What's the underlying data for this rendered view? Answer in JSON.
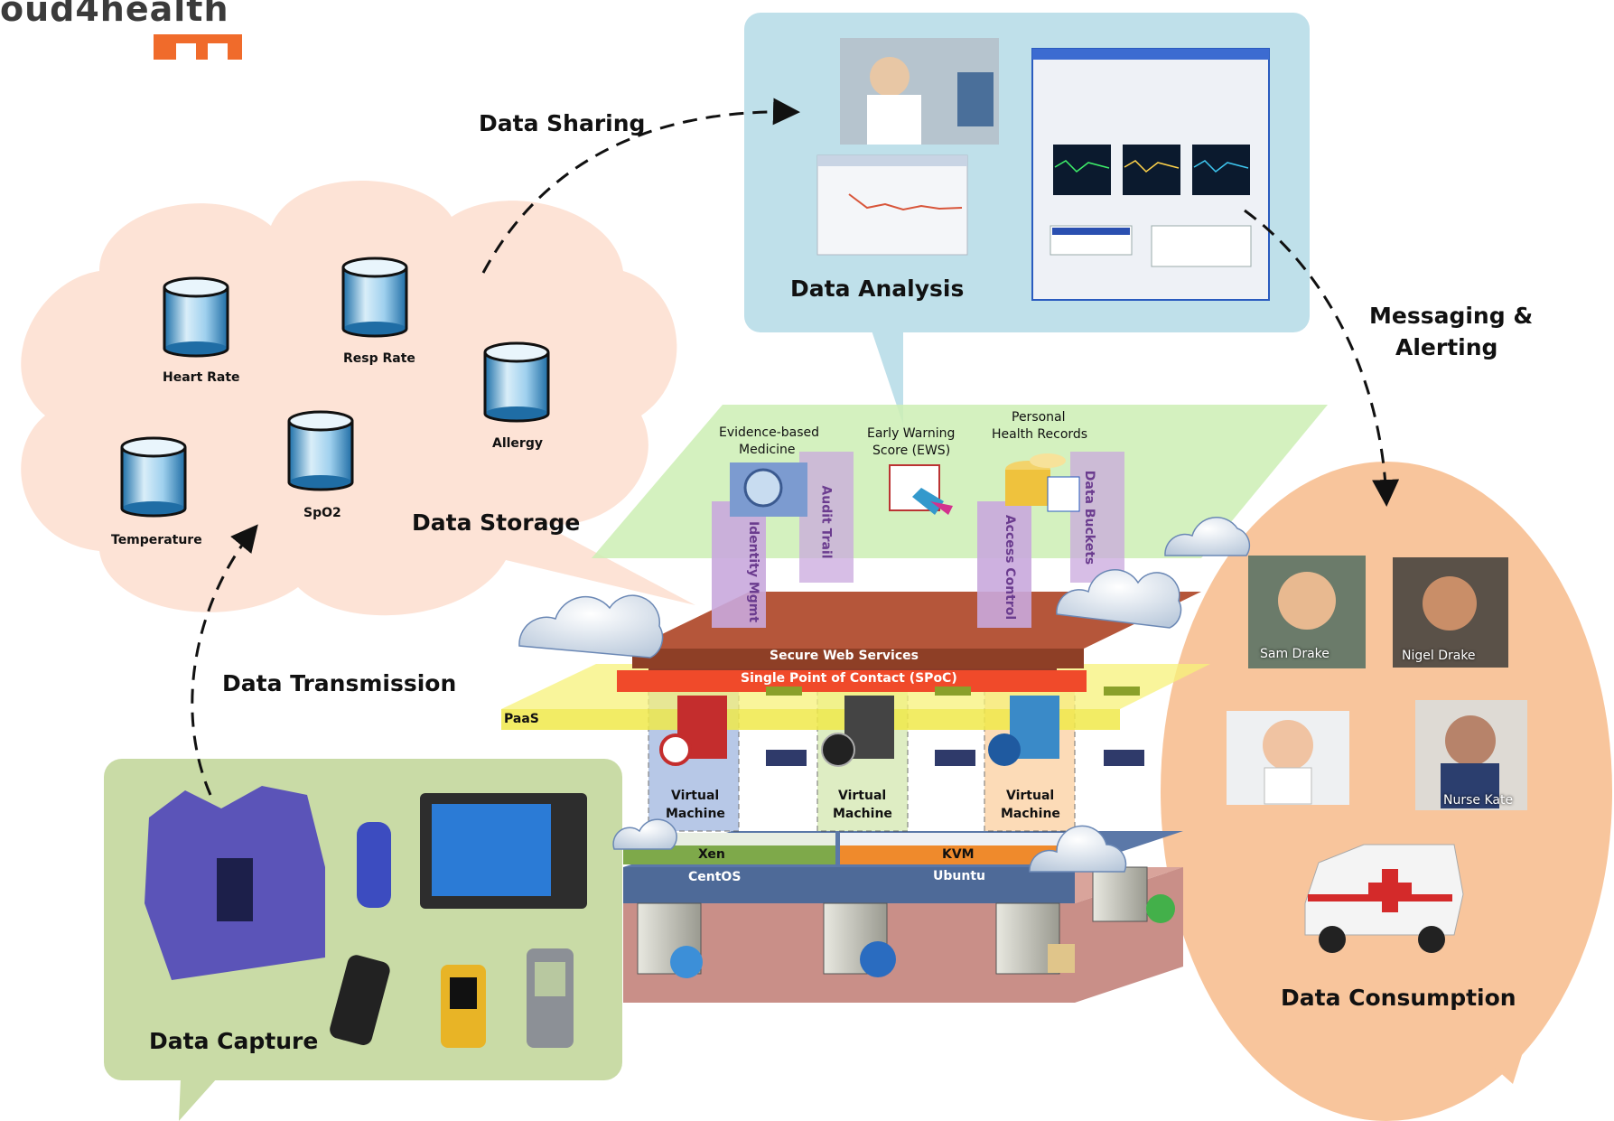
{
  "logo": {
    "text": "oud4health"
  },
  "sections": {
    "data_storage": "Data Storage",
    "data_analysis": "Data Analysis",
    "data_capture": "Data Capture",
    "data_consumption": "Data Consumption"
  },
  "flows": {
    "data_sharing": "Data Sharing",
    "messaging_line1": "Messaging &",
    "messaging_line2": "Alerting",
    "data_transmission": "Data Transmission"
  },
  "databases": [
    {
      "label": "Heart Rate"
    },
    {
      "label": "Resp Rate"
    },
    {
      "label": "Allergy"
    },
    {
      "label": "Temperature"
    },
    {
      "label": "SpO2"
    }
  ],
  "platform": {
    "services": [
      {
        "label_line1": "Evidence-based",
        "label_line2": "Medicine"
      },
      {
        "label_line1": "Early Warning",
        "label_line2": "Score (EWS)"
      },
      {
        "label_line1": "Personal",
        "label_line2": "Health Records"
      }
    ],
    "pillars": [
      "Identity Mgmt",
      "Audit Trail",
      "Access Control",
      "Data Buckets"
    ],
    "secure_web_services": "Secure Web Services",
    "spoc": "Single Point of Contact (SPoC)",
    "paas": "PaaS",
    "vm_line1": "Virtual",
    "vm_line2": "Machine",
    "hypervisors": [
      "Xen",
      "KVM"
    ],
    "os": [
      "CentOS",
      "Ubuntu"
    ]
  },
  "people": [
    {
      "name": "Sam Drake"
    },
    {
      "name": "Nigel Drake"
    },
    {
      "name": "Nurse Kate"
    }
  ],
  "colors": {
    "storage_bg": "#fde3d6",
    "analysis_bg": "#bfe0ea",
    "capture_bg": "#c9dba6",
    "consumption_bg": "#f8c59c",
    "spoc_red": "#f04a2a",
    "paas_yellow": "#f7f27a",
    "top_green": "#cdeeb4"
  }
}
